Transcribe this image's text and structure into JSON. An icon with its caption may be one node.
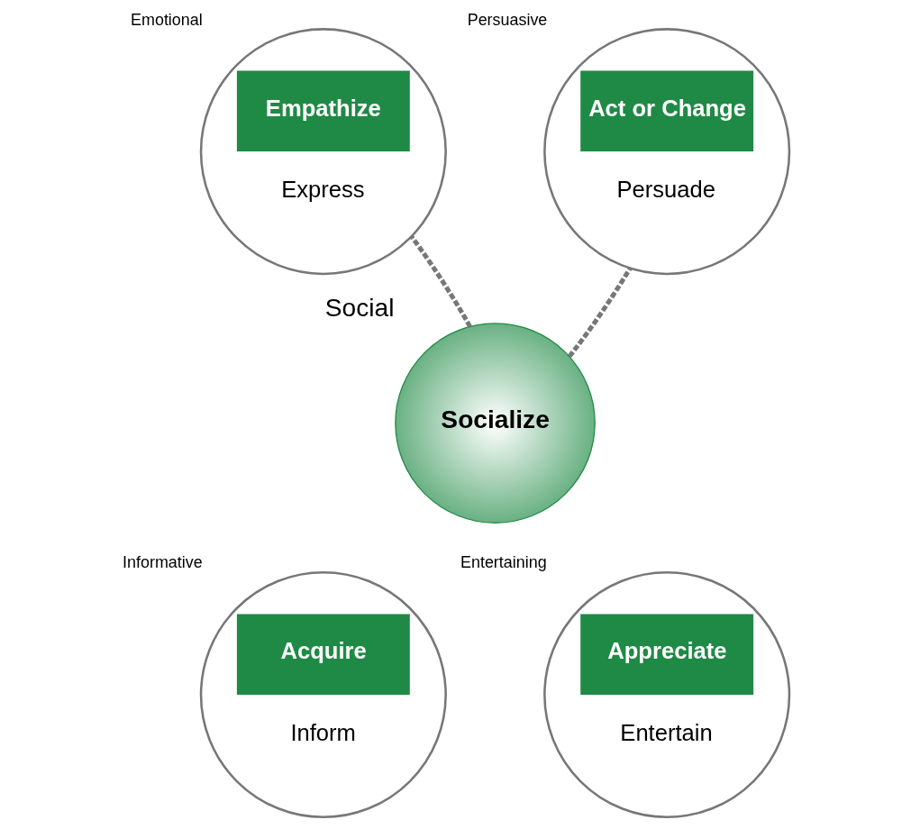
{
  "diagram": {
    "nodes": [
      {
        "text": [
          "Empathize",
          "Express"
        ],
        "beside": [
          "Emotional"
        ]
      },
      {
        "text": [
          "Act or Change",
          "Persuade"
        ],
        "beside": [
          "Persuasive"
        ]
      },
      {
        "text": [
          "Socialize"
        ],
        "beside": [
          "Social"
        ]
      },
      {
        "text": [
          "Acquire",
          "Inform"
        ],
        "beside": [
          "Informative"
        ]
      },
      {
        "text": [
          "Appreciate",
          "Entertain"
        ],
        "beside": [
          "Entertaining"
        ]
      }
    ],
    "edges": [
      {
        "from": 2,
        "to": 0,
        "arrow": "none",
        "style": "dashed"
      },
      {
        "from": 2,
        "to": 1,
        "arrow": "none",
        "style": "dashed"
      }
    ]
  }
}
